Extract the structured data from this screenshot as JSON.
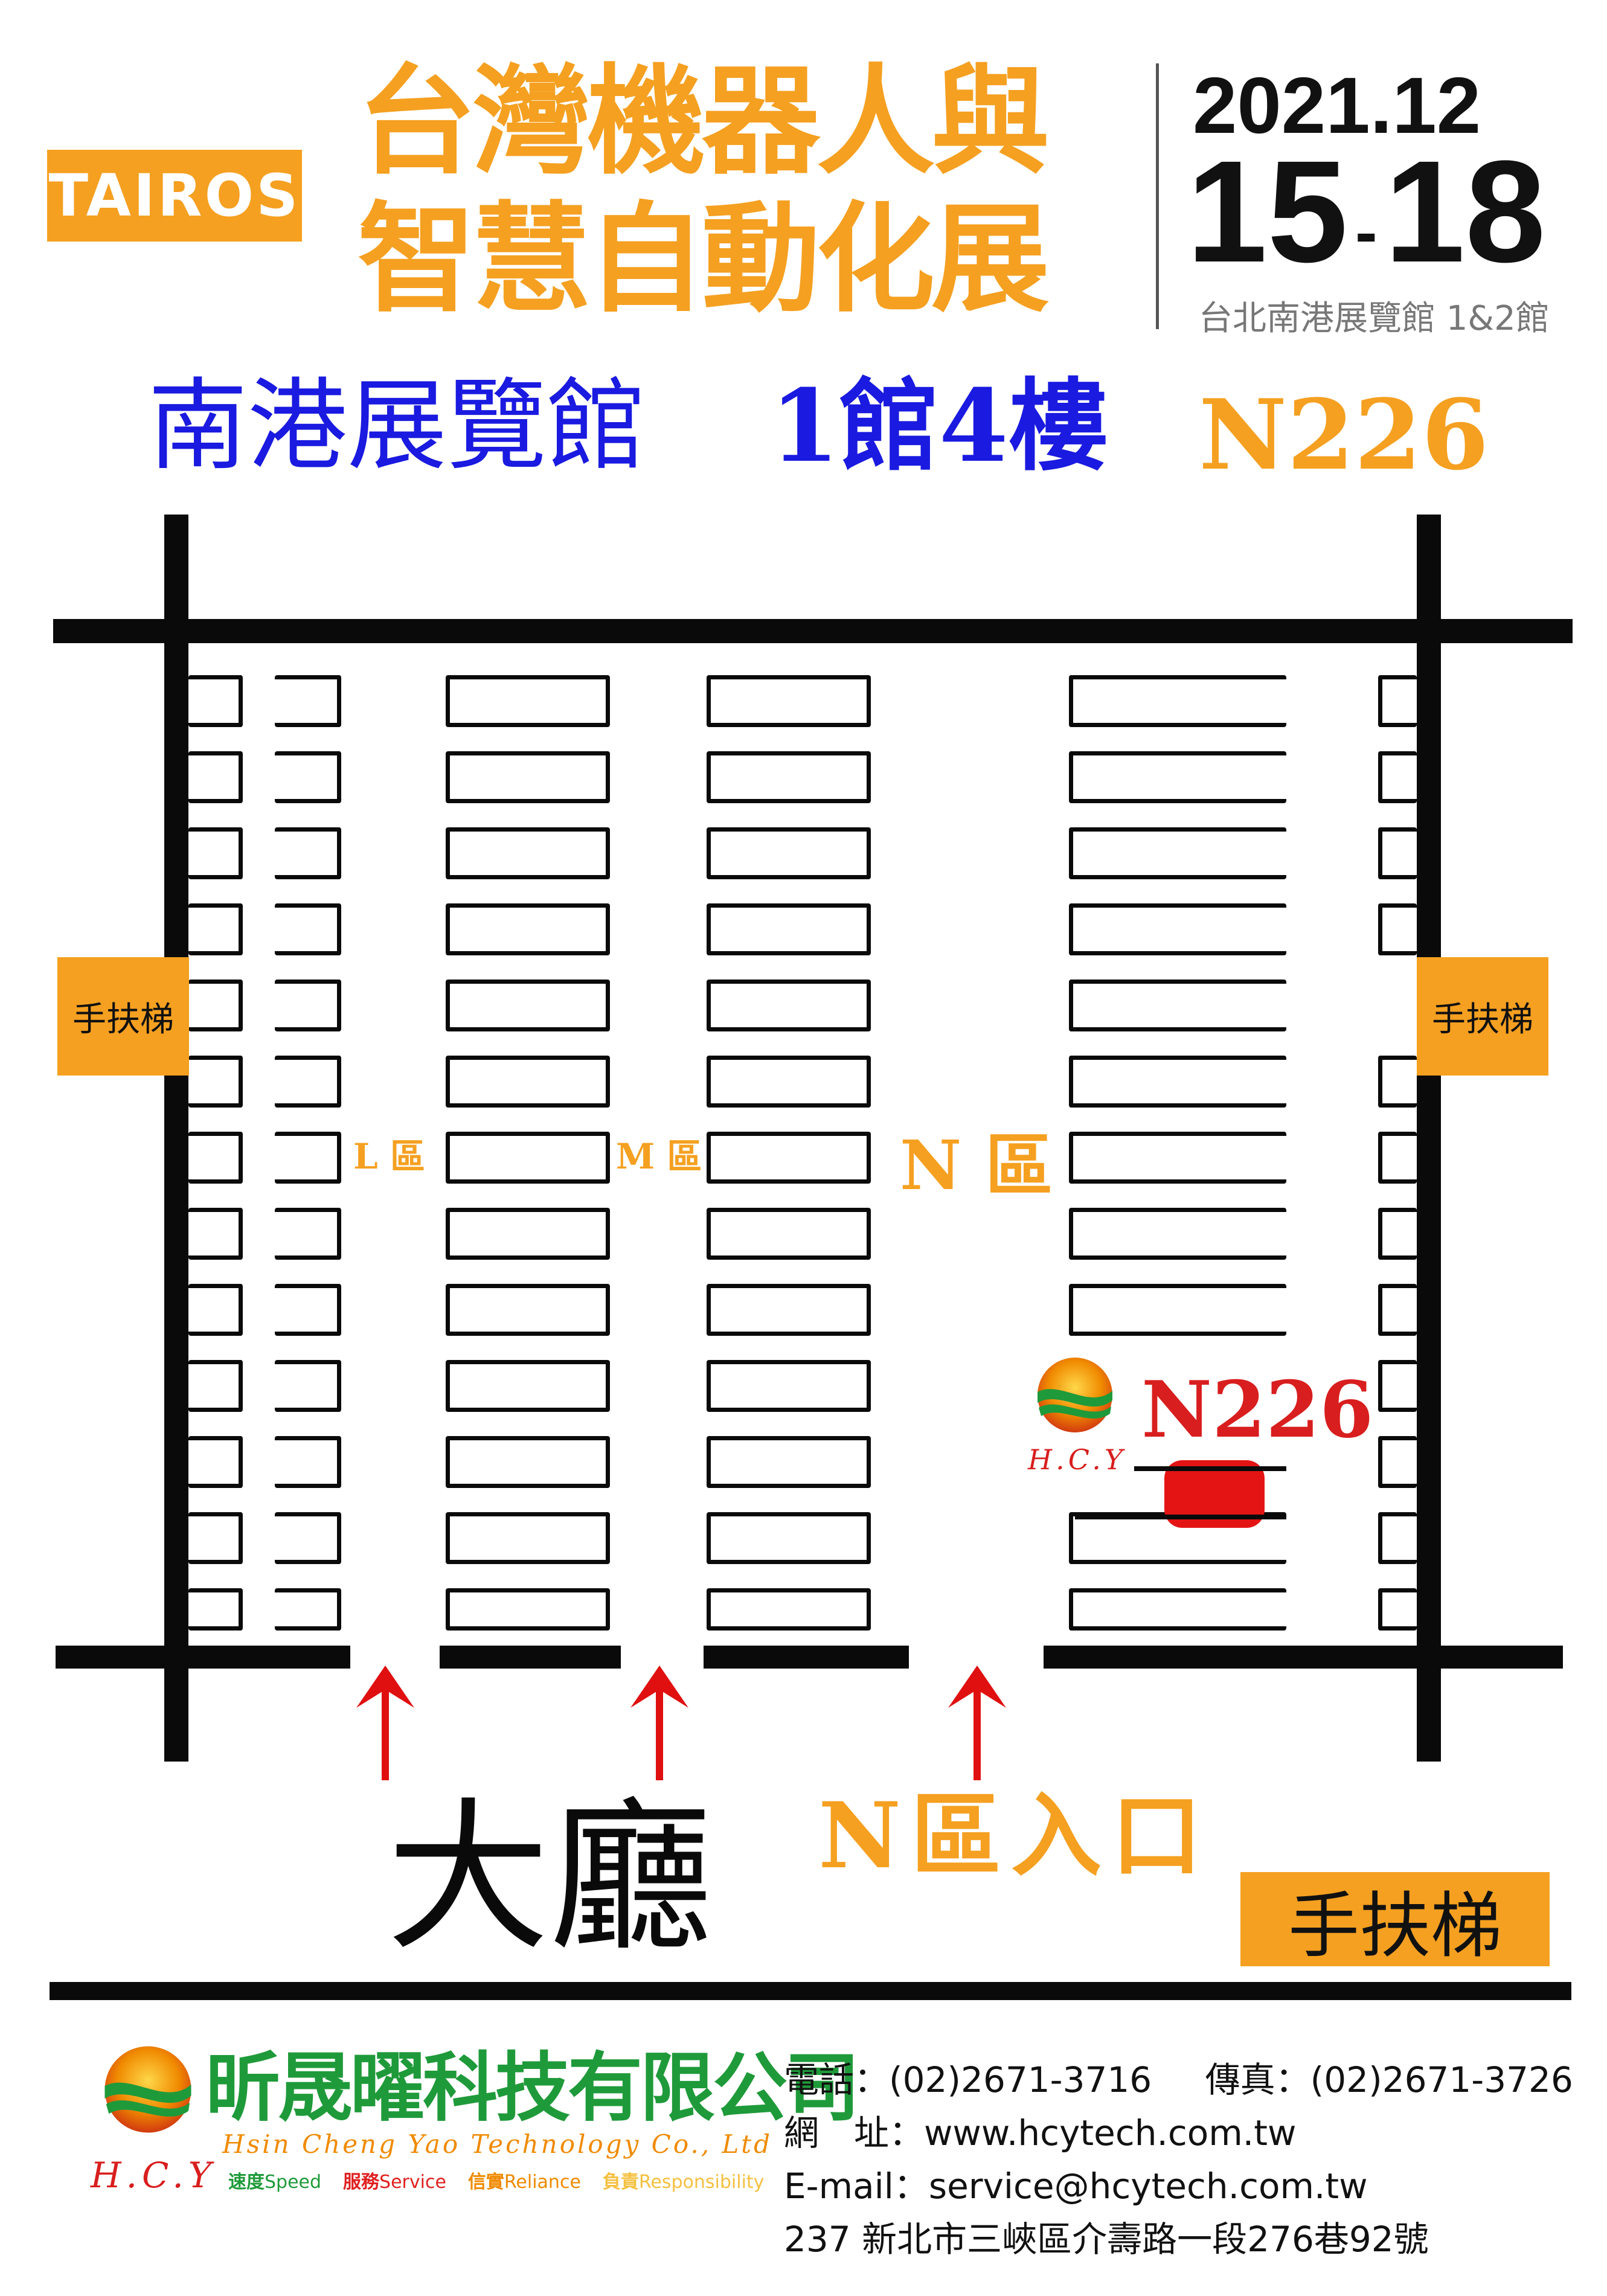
{
  "header": {
    "tairos_logo": "TAIROS",
    "title_line1": "台灣機器人與",
    "title_line2": "智慧自動化展",
    "date_year_month": "2021.12",
    "date_start": "15",
    "date_dash": "-",
    "date_end": "18",
    "venue": "台北南港展覽館 1&2館"
  },
  "subheader": {
    "hall": "南港展覽館",
    "floor": "1館4樓",
    "booth": "N226"
  },
  "map": {
    "zone_l": "L 區",
    "zone_m": "M 區",
    "zone_n": "N 區",
    "escalator_left": "手扶梯",
    "escalator_right": "手扶梯",
    "escalator_bottom": "手扶梯",
    "lobby": "大廳",
    "n_entrance": "N區入口",
    "booth_marker": "N226",
    "booth_logo_text": "H.C.Y",
    "colors": {
      "orange": "#F5A021",
      "blue": "#1A1AE0",
      "red": "#E01010",
      "booth_highlight": "#E41414"
    }
  },
  "footer": {
    "company_name": "昕晟曜科技有限公司",
    "company_en": "Hsin Cheng Yao Technology Co., Ltd",
    "logo_text": "H.C.Y",
    "slogans": [
      {
        "zh": "速度",
        "en": "Speed",
        "color": "#1F9A3A"
      },
      {
        "zh": "服務",
        "en": "Service",
        "color": "#E02020"
      },
      {
        "zh": "信實",
        "en": "Reliance",
        "color": "#F08A00"
      },
      {
        "zh": "負責",
        "en": "Responsibility",
        "color": "#F5C040"
      }
    ],
    "phone": "電話：(02)2671-3716",
    "fax": "傳真：(02)2671-3726",
    "website": "網　址：www.hcytech.com.tw",
    "email": "E-mail：service@hcytech.com.tw",
    "address": "237 新北市三峽區介壽路一段276巷92號"
  }
}
